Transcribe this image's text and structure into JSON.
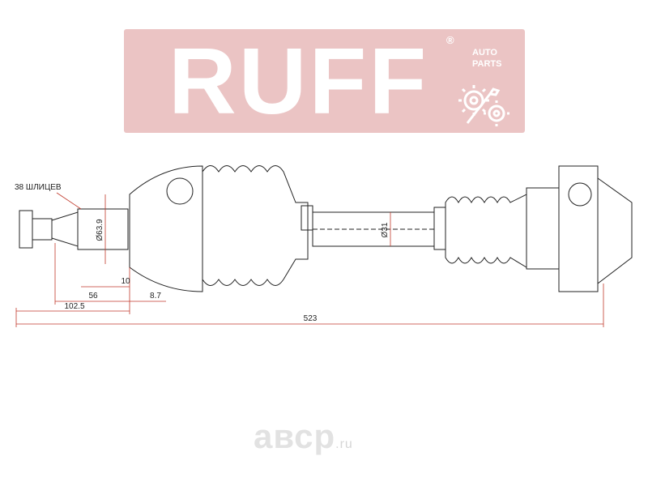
{
  "logo": {
    "brand": "RUFF",
    "registered": "®",
    "tagline_top": "AUTO",
    "tagline_bottom": "PARTS",
    "icon": "gears-wrench-icon",
    "colors": {
      "background": "#ebc4c4",
      "text": "#ffffff"
    }
  },
  "drawing": {
    "subject": "drive-shaft",
    "line_color": "#222222",
    "dimension_color": "#c0392b",
    "callouts": {
      "splines": "38 ШЛИЦЕВ",
      "outer_diameter": "Ø63.9",
      "shaft_diameter": "Ø31"
    },
    "dimensions": {
      "d_56": "56",
      "d_10": "10",
      "d_8_7": "8.7",
      "d_102_5": "102.5",
      "d_523": "523"
    }
  },
  "watermark": {
    "text": "aвсp",
    "tld": ".ru"
  }
}
